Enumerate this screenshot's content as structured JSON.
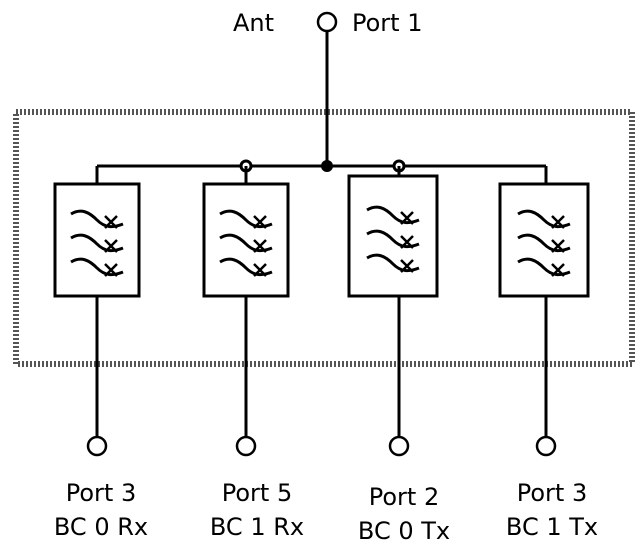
{
  "antenna": {
    "label": "Ant",
    "port": "Port 1"
  },
  "filters": [
    {
      "port": "Port 3",
      "band": "BC 0 Rx"
    },
    {
      "port": "Port 5",
      "band": "BC 1 Rx"
    },
    {
      "port": "Port 2",
      "band": "BC 0 Tx"
    },
    {
      "port": "Port 3",
      "band": "BC 1 Tx"
    }
  ]
}
